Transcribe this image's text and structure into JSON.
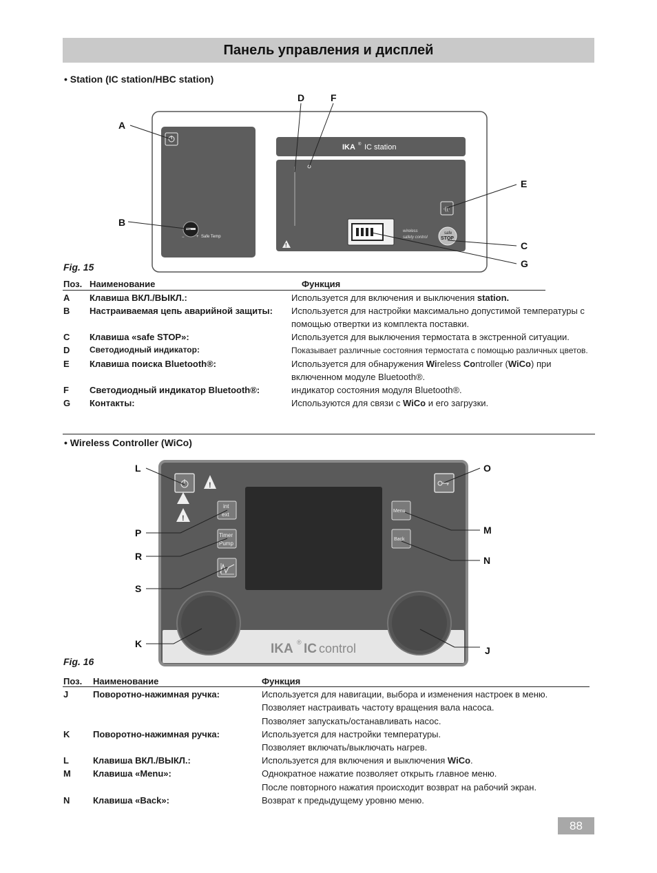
{
  "header": {
    "title": "Панель управления и дисплей"
  },
  "section1": {
    "bullet": "• Station (IC station/HBC station)",
    "fig_label": "Fig. 15",
    "device": {
      "brand": "IKA",
      "reg": "®",
      "model": "IC station",
      "safe_temp": "Safe Temp",
      "wireless": "wireless",
      "safety_control": "safety control",
      "safe": "safe",
      "stop": "STOP"
    },
    "callouts": {
      "a": "A",
      "b": "B",
      "c": "C",
      "d": "D",
      "e": "E",
      "f": "F",
      "g": "G"
    },
    "table_headers": {
      "pos": "Поз.",
      "name": "Наименование",
      "func": "Функция"
    },
    "rows": [
      {
        "pos": "A",
        "name": "Клавиша ВКЛ./ВЫКЛ.:",
        "func": "Используется для включения и выключения ",
        "func_b": "station."
      },
      {
        "pos": "B",
        "name": "Настраиваемая цепь аварийной защиты:",
        "func": "Используется для настройки максимально допустимой температуры с",
        "func2": "помощью отвертки из комплекта поставки."
      },
      {
        "pos": "C",
        "name": "Клавиша «safe STOP»:",
        "func": "Используется для выключения термостата в экстренной ситуации."
      },
      {
        "pos": "D",
        "name": "Светодиодный индикатор:",
        "func": "Показывает различные состояния термостата с помощью различных цветов."
      },
      {
        "pos": "E",
        "name": "Клавиша поиска Bluetooth®:",
        "func_p1": "Используется для обнаружения ",
        "func_b1": "Wi",
        "func_p2": "reless ",
        "func_b2": "Co",
        "func_p3": "ntroller (",
        "func_b3": "WiCo",
        "func_p4": ") при",
        "func2": "включенном модуле Bluetooth®."
      },
      {
        "pos": "F",
        "name": "Светодиодный индикатор Bluetooth®:",
        "func": "индикатор состояния модуля Bluetooth®."
      },
      {
        "pos": "G",
        "name": "Контакты:",
        "func": "Используются для связи с ",
        "func_b": "WiCo",
        "func_end": " и его загрузки."
      }
    ]
  },
  "section2": {
    "bullet": "• Wireless Controller (WiCo)",
    "fig_label": "Fig. 16",
    "device": {
      "brand": "IKA",
      "reg": "®",
      "model_ic": "IC",
      "model_control": "control",
      "int": "int",
      "ext": "ext",
      "timer": "Timer",
      "pump": "Pump",
      "menu": "Menu",
      "back": "Back"
    },
    "callouts": {
      "l": "L",
      "o": "O",
      "p": "P",
      "m": "M",
      "r": "R",
      "n": "N",
      "s": "S",
      "k": "K",
      "j": "J"
    },
    "table_headers": {
      "pos": "Поз.",
      "name": "Наименование",
      "func": "Функция"
    },
    "rows": [
      {
        "pos": "J",
        "name": "Поворотно-нажимная ручка:",
        "lines": [
          "Используется для навигации, выбора и изменения настроек в меню.",
          "Позволяет настраивать частоту вращения вала насоса.",
          "Позволяет запускать/останавливать насос."
        ]
      },
      {
        "pos": "K",
        "name": "Поворотно-нажимная ручка:",
        "lines": [
          "Используется для настройки температуры.",
          "Позволяет включать/выключать нагрев."
        ]
      },
      {
        "pos": "L",
        "name": "Клавиша ВКЛ./ВЫКЛ.:",
        "func": "Используется для включения и выключения ",
        "func_b": "WiCo",
        "func_end": "."
      },
      {
        "pos": "M",
        "name": "Клавиша «Menu»:",
        "lines": [
          "Однократное нажатие позволяет открыть главное меню.",
          "После повторного нажатия происходит возврат на рабочий экран."
        ]
      },
      {
        "pos": "N",
        "name": "Клавиша «Back»:",
        "lines": [
          "Возврат к предыдущему уровню меню."
        ]
      }
    ]
  },
  "footer": {
    "page_number": "88"
  }
}
